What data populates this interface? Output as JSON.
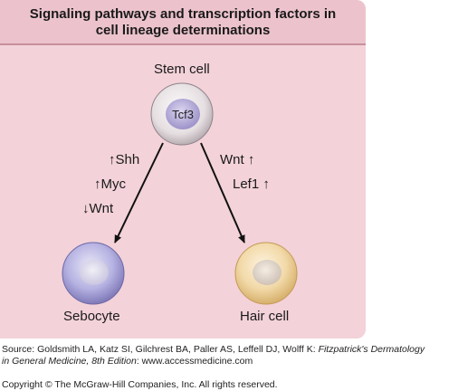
{
  "title": {
    "line1": "Signaling pathways and transcription factors in",
    "line2": "cell lineage determinations"
  },
  "nodes": {
    "stem": {
      "label": "Stem cell",
      "inner": "Tcf3"
    },
    "sebocyte": {
      "label": "Sebocyte"
    },
    "hair": {
      "label": "Hair cell"
    }
  },
  "left_factors": [
    {
      "arrow": "↑",
      "name": "Shh"
    },
    {
      "arrow": "↑",
      "name": "Myc"
    },
    {
      "arrow": "↓",
      "name": "Wnt"
    }
  ],
  "right_factors": [
    {
      "name": "Wnt",
      "arrow": "↑"
    },
    {
      "name": "Lef1",
      "arrow": "↑"
    }
  ],
  "colors": {
    "panel": "#f3d2d9",
    "stem_cell": "#e8e3e6",
    "stem_nucleus": "#a99fd0",
    "sebocyte": "#b6b2e2",
    "hair_cell": "#f2d9a8"
  },
  "footer": {
    "source_prefix": "Source: Goldsmith LA, Katz SI, Gilchrest BA, Paller AS, Leffell DJ, Wolff K: ",
    "source_title_1": "Fitzpatrick's Dermatology",
    "source_title_2": "in General Medicine, 8th Edition",
    "source_suffix": ": www.accessmedicine.com",
    "copyright": "Copyright © The McGraw-Hill Companies, Inc. All rights reserved."
  }
}
